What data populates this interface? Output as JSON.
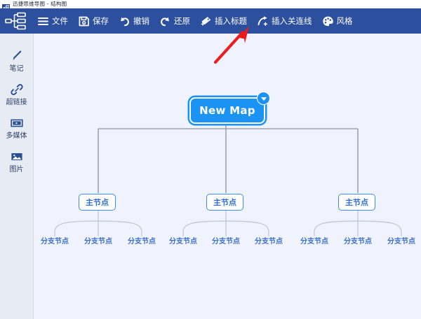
{
  "window": {
    "title": "迅捷思维导图 - 结构图",
    "app_icon": "mindmap-tree-icon"
  },
  "toolbar": {
    "logo_icon": "mindmap-tree-icon",
    "background_color": "#2c4f9e",
    "items": [
      {
        "label": "文件",
        "icon": "hamburger-menu-icon"
      },
      {
        "label": "保存",
        "icon": "floppy-disk-icon"
      },
      {
        "label": "撤销",
        "icon": "undo-arrow-icon"
      },
      {
        "label": "还原",
        "icon": "redo-arrow-icon"
      },
      {
        "label": "插入标题",
        "icon": "tag-plus-icon"
      },
      {
        "label": "插入关连线",
        "icon": "relation-line-plus-icon"
      },
      {
        "label": "风格",
        "icon": "palette-icon"
      }
    ]
  },
  "sidebar": {
    "background_color": "#e7ebf4",
    "items": [
      {
        "label": "笔记",
        "icon": "pencil-icon"
      },
      {
        "label": "超链接",
        "icon": "link-icon"
      },
      {
        "label": "多媒体",
        "icon": "media-play-icon"
      },
      {
        "label": "图片",
        "icon": "image-icon"
      }
    ]
  },
  "canvas": {
    "background_color": "#f0f3fd",
    "root": {
      "label": "New Map",
      "fill_color": "#1b93f5",
      "text_color": "#ffffff",
      "badge_icon": "chevron-down-icon"
    },
    "main_nodes": [
      {
        "label": "主节点"
      },
      {
        "label": "主节点"
      },
      {
        "label": "主节点"
      }
    ],
    "branch_groups": [
      {
        "branches": [
          {
            "label": "分支节点"
          },
          {
            "label": "分支节点"
          },
          {
            "label": "分支节点"
          }
        ]
      },
      {
        "branches": [
          {
            "label": "分支节点"
          },
          {
            "label": "分支节点"
          },
          {
            "label": "分支节点"
          }
        ]
      },
      {
        "branches": [
          {
            "label": "分支节点"
          },
          {
            "label": "分支节点"
          },
          {
            "label": "分支节点"
          }
        ]
      }
    ],
    "connector_color": "#9aa3ad",
    "node_border_color": "#3b8ef0",
    "node_text_color": "#2f6fd0"
  },
  "annotation": {
    "arrow_color": "#ee1c1c",
    "points_to": "插入标题"
  }
}
